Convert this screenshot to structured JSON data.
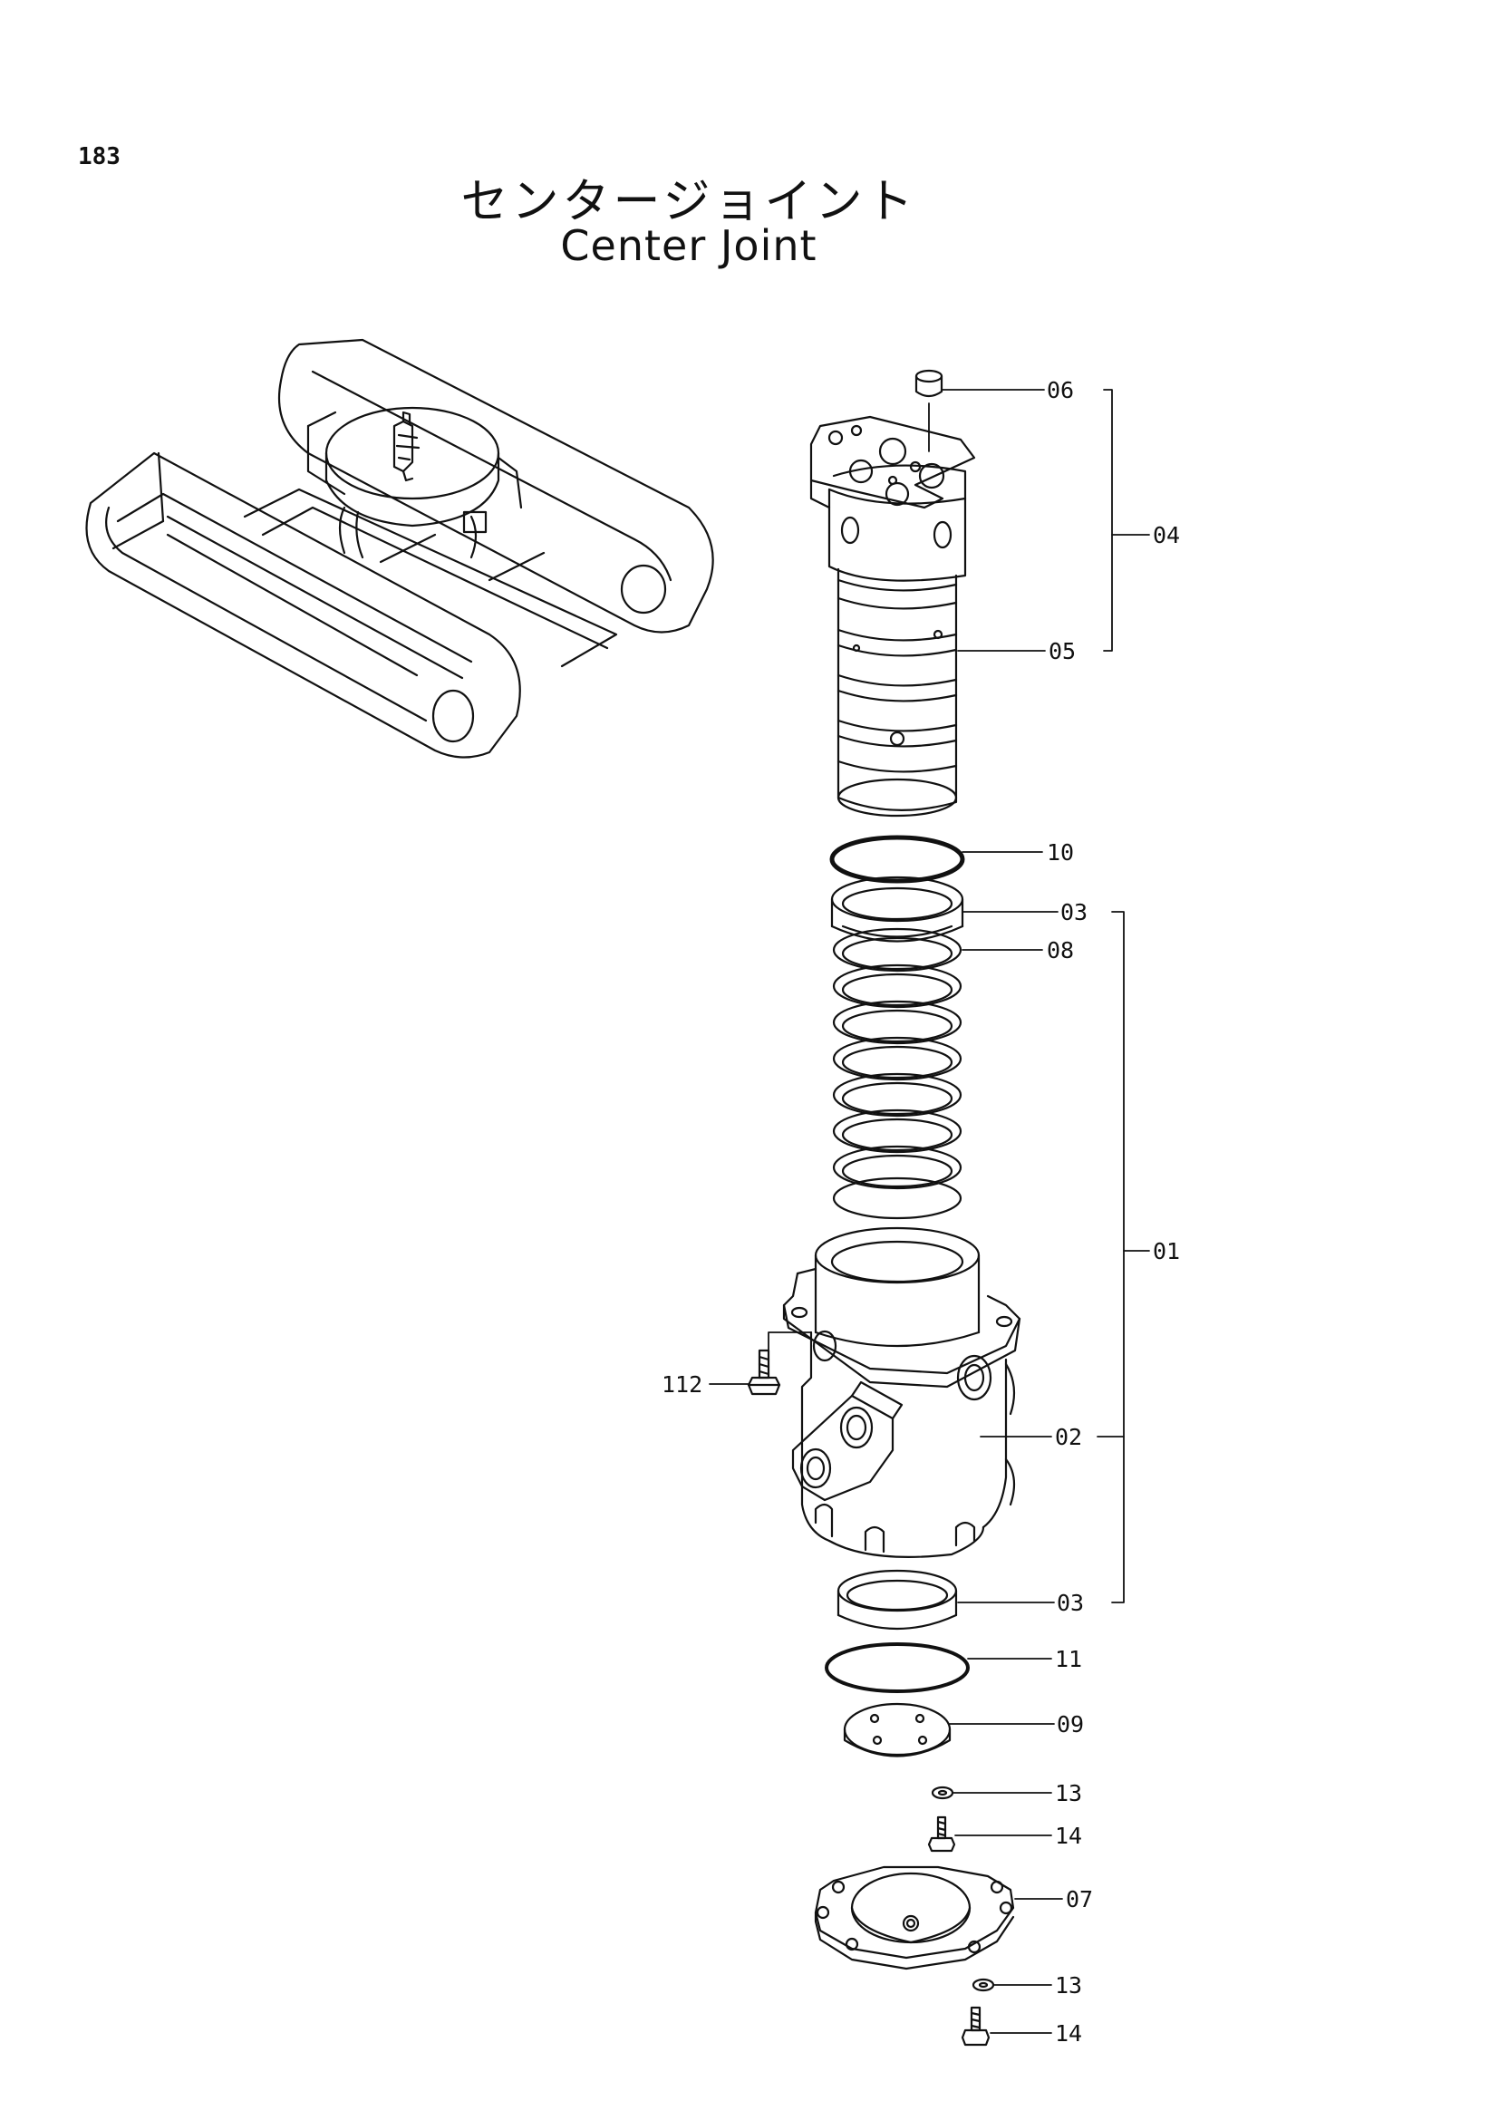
{
  "page_number": "183",
  "title_jp": "センタージョイント",
  "title_en": "Center Joint",
  "callouts": [
    {
      "id": "06",
      "label": "06"
    },
    {
      "id": "04",
      "label": "04"
    },
    {
      "id": "05",
      "label": "05"
    },
    {
      "id": "10",
      "label": "10"
    },
    {
      "id": "03a",
      "label": "03"
    },
    {
      "id": "08",
      "label": "08"
    },
    {
      "id": "01",
      "label": "01"
    },
    {
      "id": "112",
      "label": "112"
    },
    {
      "id": "02",
      "label": "02"
    },
    {
      "id": "03b",
      "label": "03"
    },
    {
      "id": "11",
      "label": "11"
    },
    {
      "id": "09",
      "label": "09"
    },
    {
      "id": "13a",
      "label": "13"
    },
    {
      "id": "14a",
      "label": "14"
    },
    {
      "id": "07",
      "label": "07"
    },
    {
      "id": "13b",
      "label": "13"
    },
    {
      "id": "14b",
      "label": "14"
    }
  ]
}
